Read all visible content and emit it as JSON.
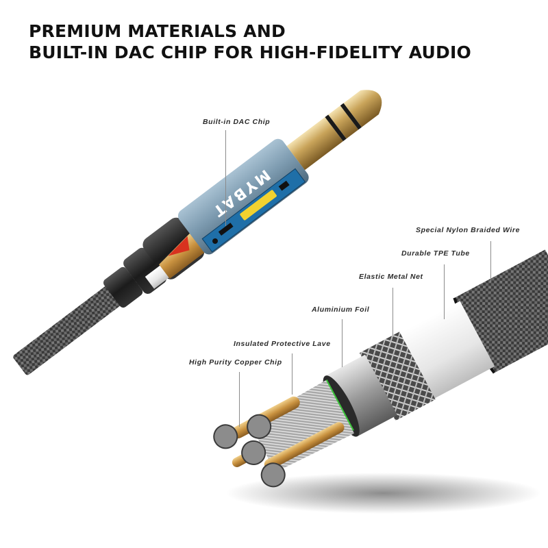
{
  "headline": {
    "line1": "PREMIUM MATERIALS AND",
    "line2": "BUILT-IN DAC CHIP FOR HIGH-FIDELITY AUDIO"
  },
  "connector": {
    "brand_text": "MYBAT",
    "type": "3.5mm TRRS audio plug"
  },
  "callouts": [
    {
      "id": "dac",
      "label": "Built-in DAC Chip"
    },
    {
      "id": "nylon",
      "label": "Special Nylon Braided Wire"
    },
    {
      "id": "tpe",
      "label": "Durable TPE Tube"
    },
    {
      "id": "metal-net",
      "label": "Elastic Metal Net"
    },
    {
      "id": "foil",
      "label": "Aluminium Foil"
    },
    {
      "id": "lave",
      "label": "Insulated Protective Lave"
    },
    {
      "id": "copper",
      "label": "High Purity Copper Chip"
    }
  ],
  "colors": {
    "headline": "#111111",
    "connector_shell": "#7d9bb0",
    "gold_plug": "#c9a45a",
    "pcb": "#1f6fa8",
    "chip": "#f2d230",
    "copper": "#c8913f",
    "green_insulation": "#3cc43a",
    "tpe_tube": "#e9e9e9",
    "braid": "#3a3a3a"
  }
}
